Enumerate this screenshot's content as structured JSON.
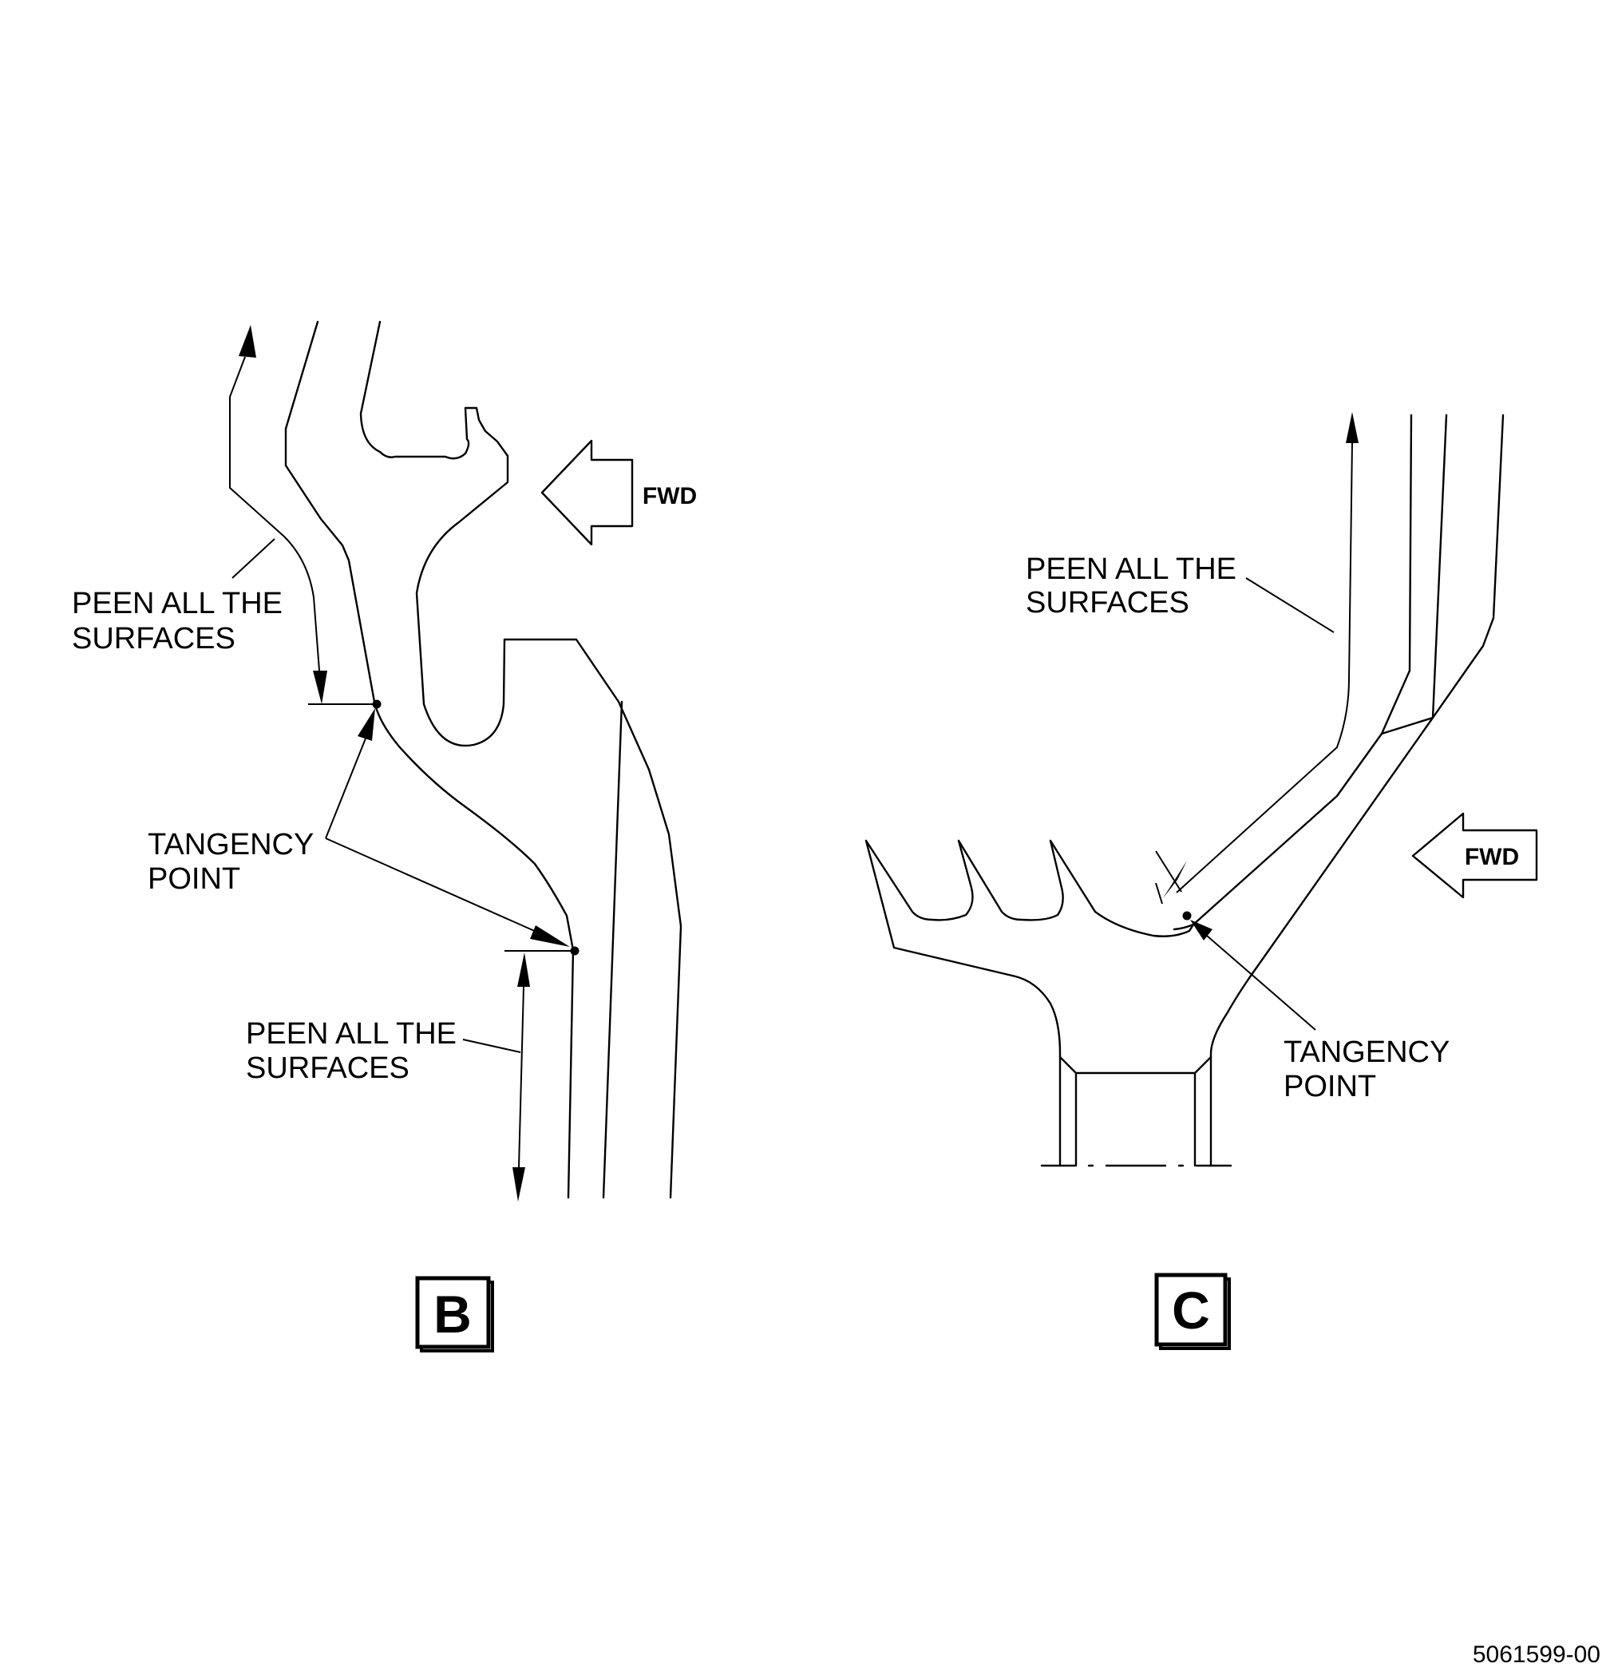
{
  "views": {
    "b": {
      "letter": "B",
      "fwd_label": "FWD",
      "upper_note": [
        "PEEN ALL THE",
        "SURFACES"
      ],
      "tangency_note": [
        "TANGENCY",
        "POINT"
      ],
      "lower_note": [
        "PEEN ALL THE",
        "SURFACES"
      ]
    },
    "c": {
      "letter": "C",
      "fwd_label": "FWD",
      "upper_note": [
        "PEEN ALL THE",
        "SURFACES"
      ],
      "tangency_note": [
        "TANGENCY",
        "POINT"
      ]
    }
  },
  "figure_number": "5061599-00"
}
